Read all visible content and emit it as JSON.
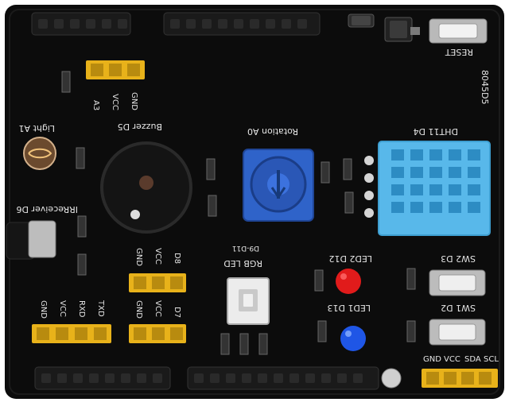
{
  "board": {
    "labels": {
      "reset": "RESET",
      "rotation": "Rotation A0",
      "buzzer": "Buzzer D5",
      "light": "Light A1",
      "ir": "IRReceiver D6",
      "dht": "DHT11 D4",
      "rgb_title": "RGB LED",
      "rgb_pins": "D9-D11",
      "led2": "LED2 D12",
      "led1": "LED1 D13",
      "sw2": "SW2 D3",
      "sw1": "SW1 D2",
      "code": "8045D5"
    },
    "headers": {
      "top_left": [
        "A3",
        "VCC",
        "GND"
      ],
      "mid_upper": [
        "GND",
        "VCC",
        "D8"
      ],
      "mid_lower": [
        "GND",
        "VCC",
        "D7"
      ],
      "bottom_left": [
        "GND",
        "VCC",
        "RXD",
        "TXD"
      ],
      "i2c": [
        "GND",
        "VCC",
        "SDA",
        "SCL"
      ]
    },
    "colors": {
      "pcb": "#0c0c0c",
      "header": "#e8b21a",
      "potentiometer": "#2f63c9",
      "dht": "#58b8ea",
      "led_red": "#e11b1b",
      "led_blue": "#1f56e6"
    }
  }
}
